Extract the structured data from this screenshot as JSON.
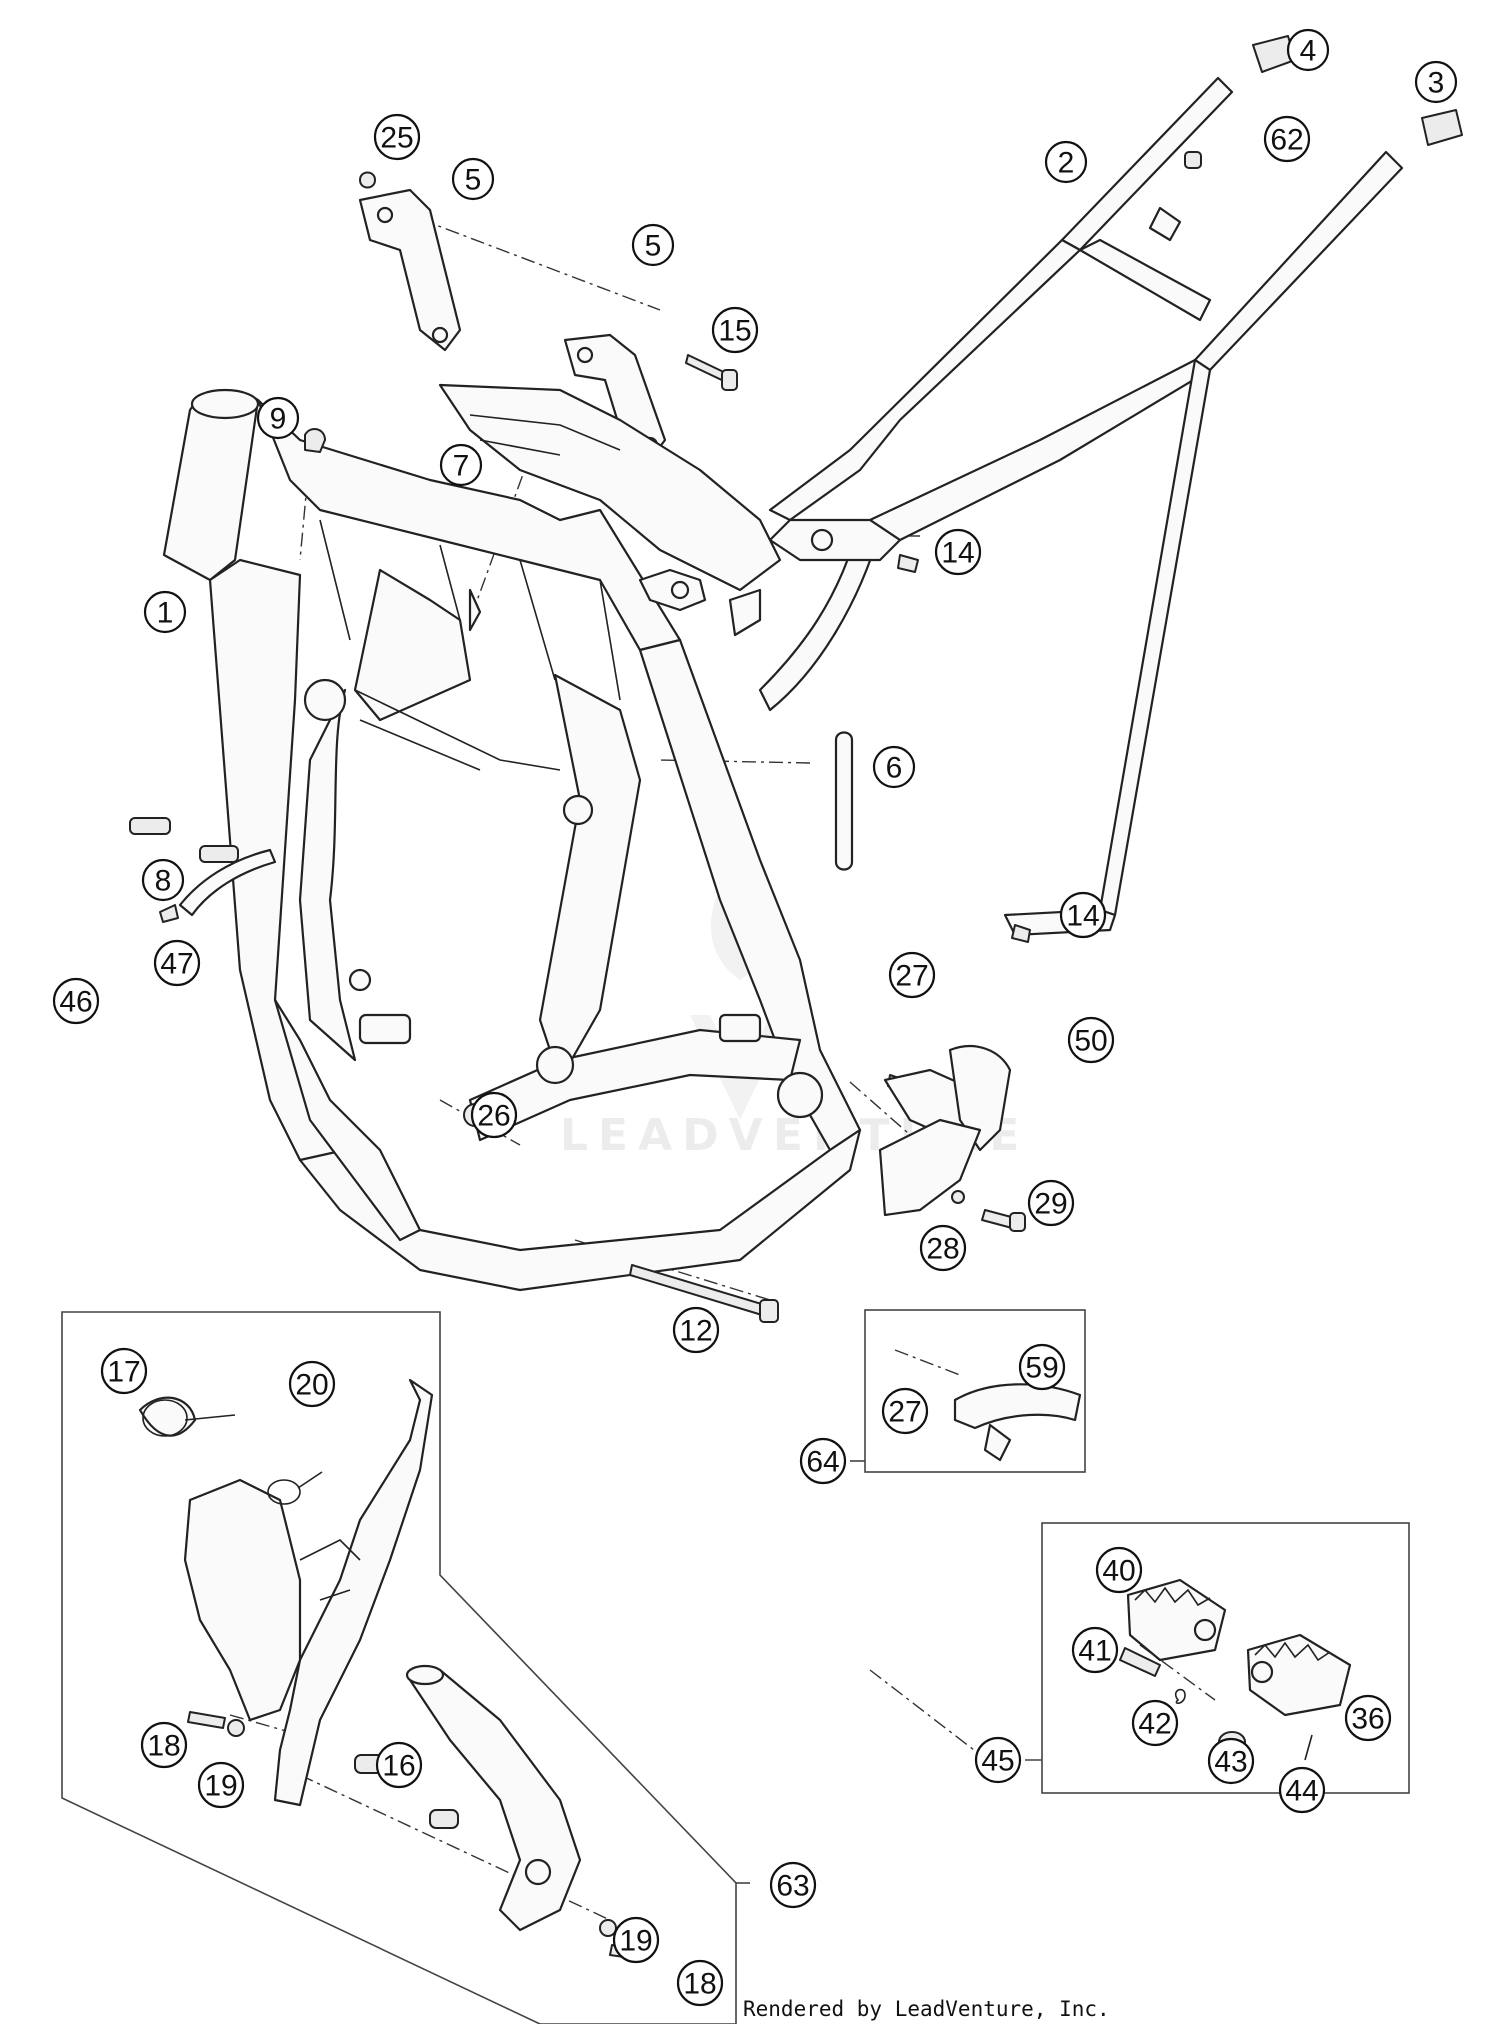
{
  "callouts": [
    {
      "id": "c1",
      "label": "1"
    },
    {
      "id": "c2",
      "label": "2"
    },
    {
      "id": "c3",
      "label": "3"
    },
    {
      "id": "c4",
      "label": "4"
    },
    {
      "id": "c5a",
      "label": "5"
    },
    {
      "id": "c5b",
      "label": "5"
    },
    {
      "id": "c6",
      "label": "6"
    },
    {
      "id": "c7",
      "label": "7"
    },
    {
      "id": "c8",
      "label": "8"
    },
    {
      "id": "c9",
      "label": "9"
    },
    {
      "id": "c12",
      "label": "12"
    },
    {
      "id": "c14a",
      "label": "14"
    },
    {
      "id": "c14b",
      "label": "14"
    },
    {
      "id": "c15",
      "label": "15"
    },
    {
      "id": "c16",
      "label": "16"
    },
    {
      "id": "c17",
      "label": "17"
    },
    {
      "id": "c18a",
      "label": "18"
    },
    {
      "id": "c18b",
      "label": "18"
    },
    {
      "id": "c19a",
      "label": "19"
    },
    {
      "id": "c19b",
      "label": "19"
    },
    {
      "id": "c20",
      "label": "20"
    },
    {
      "id": "c25",
      "label": "25"
    },
    {
      "id": "c26",
      "label": "26"
    },
    {
      "id": "c27a",
      "label": "27"
    },
    {
      "id": "c27b",
      "label": "27"
    },
    {
      "id": "c28",
      "label": "28"
    },
    {
      "id": "c29",
      "label": "29"
    },
    {
      "id": "c36",
      "label": "36"
    },
    {
      "id": "c40",
      "label": "40"
    },
    {
      "id": "c41",
      "label": "41"
    },
    {
      "id": "c42",
      "label": "42"
    },
    {
      "id": "c43",
      "label": "43"
    },
    {
      "id": "c44",
      "label": "44"
    },
    {
      "id": "c45",
      "label": "45"
    },
    {
      "id": "c46",
      "label": "46"
    },
    {
      "id": "c47",
      "label": "47"
    },
    {
      "id": "c50",
      "label": "50"
    },
    {
      "id": "c59",
      "label": "59"
    },
    {
      "id": "c62",
      "label": "62"
    },
    {
      "id": "c63",
      "label": "63"
    },
    {
      "id": "c64",
      "label": "64"
    }
  ],
  "credit": "Rendered by LeadVenture, Inc.",
  "watermark": "LEADVENTURE"
}
